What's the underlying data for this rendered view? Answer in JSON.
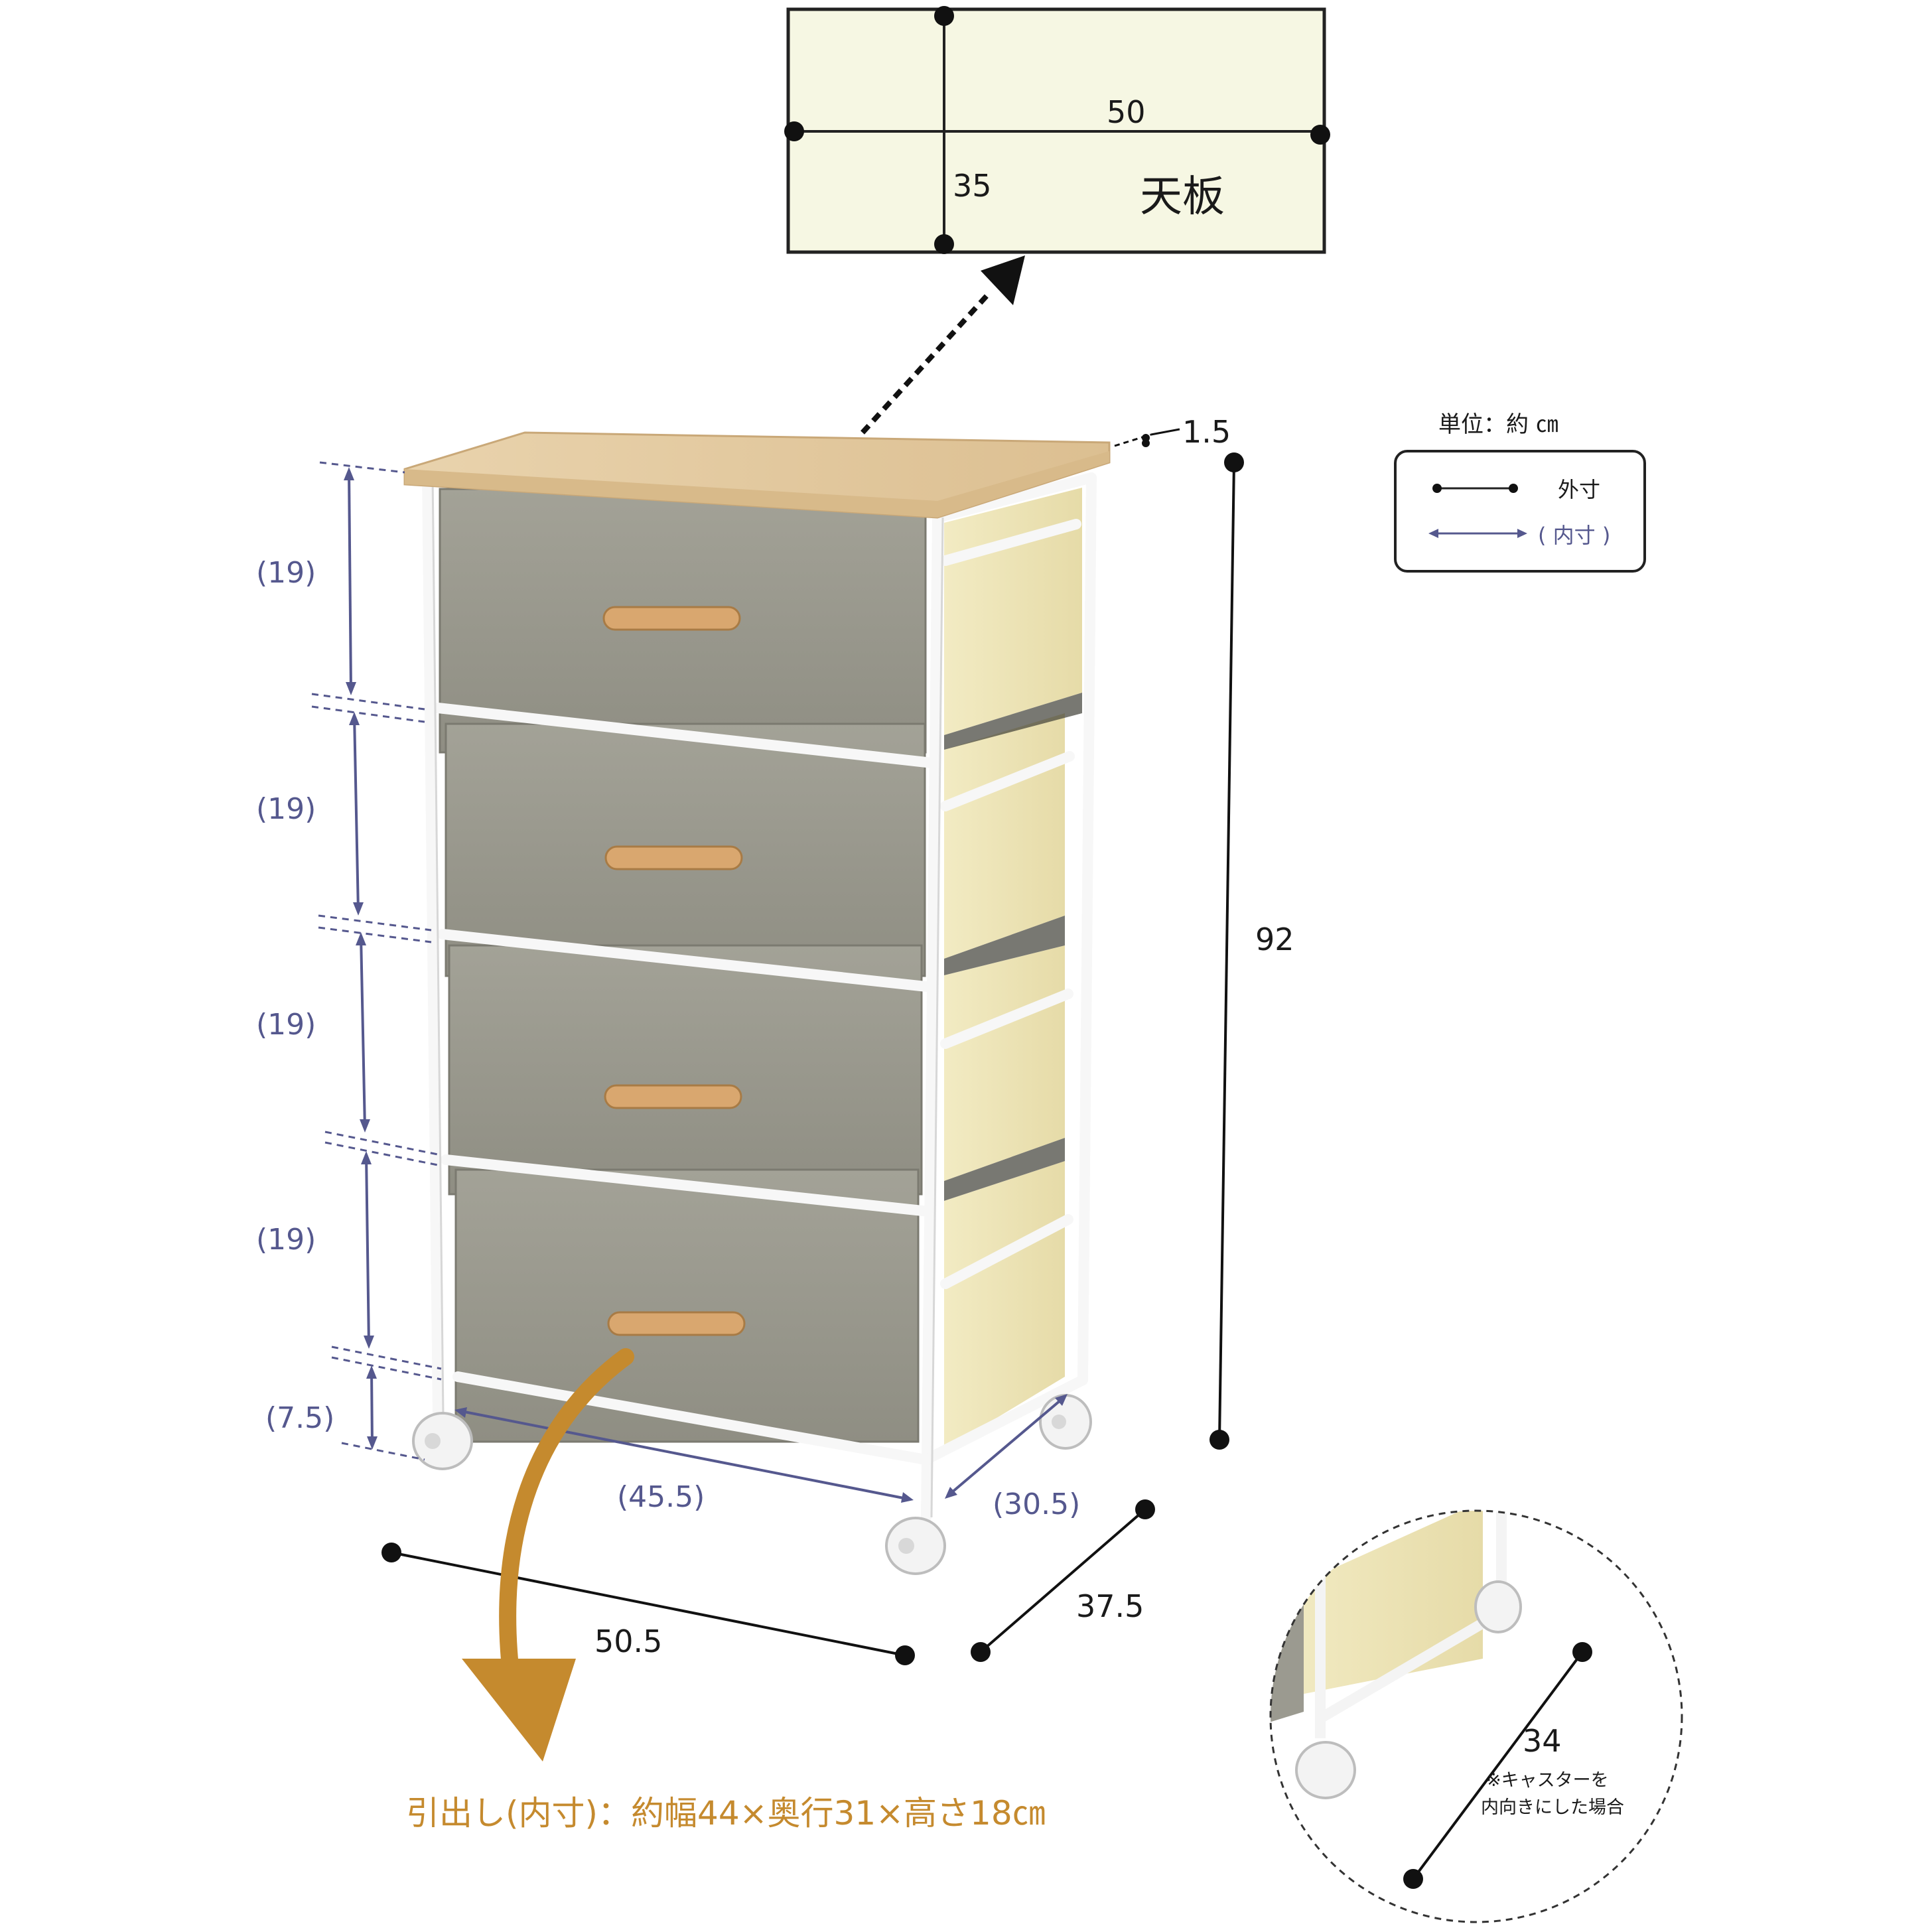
{
  "tabletop": {
    "label": "天板",
    "width": "50",
    "depth": "35"
  },
  "unit_label": "単位：約 ㎝",
  "legend": {
    "outer": "外寸",
    "inner": "( 内寸 )"
  },
  "dimensions": {
    "top_thickness": "1.5",
    "total_height": "92",
    "outer_width": "50.5",
    "outer_depth": "37.5",
    "inner_width": "(45.5)",
    "inner_depth": "(30.5)",
    "caster_clearance": "(7.5)",
    "drawer_heights": [
      "(19)",
      "(19)",
      "(19)",
      "(19)"
    ]
  },
  "inset": {
    "depth": "34",
    "note_line1": "※キャスターを",
    "note_line2": "内向きにした場合"
  },
  "drawer_info": "引出し(内寸)：約幅44×奥行31×高さ18㎝",
  "colors": {
    "wood": "#e8cfa6",
    "fabric_front": "#9b9a90",
    "fabric_side": "#efe6b7",
    "frame": "#f4f4f4",
    "inner_dim": "#55588e",
    "arrow_orange": "#c58a2e",
    "panel_fill": "#f6f7e3"
  }
}
